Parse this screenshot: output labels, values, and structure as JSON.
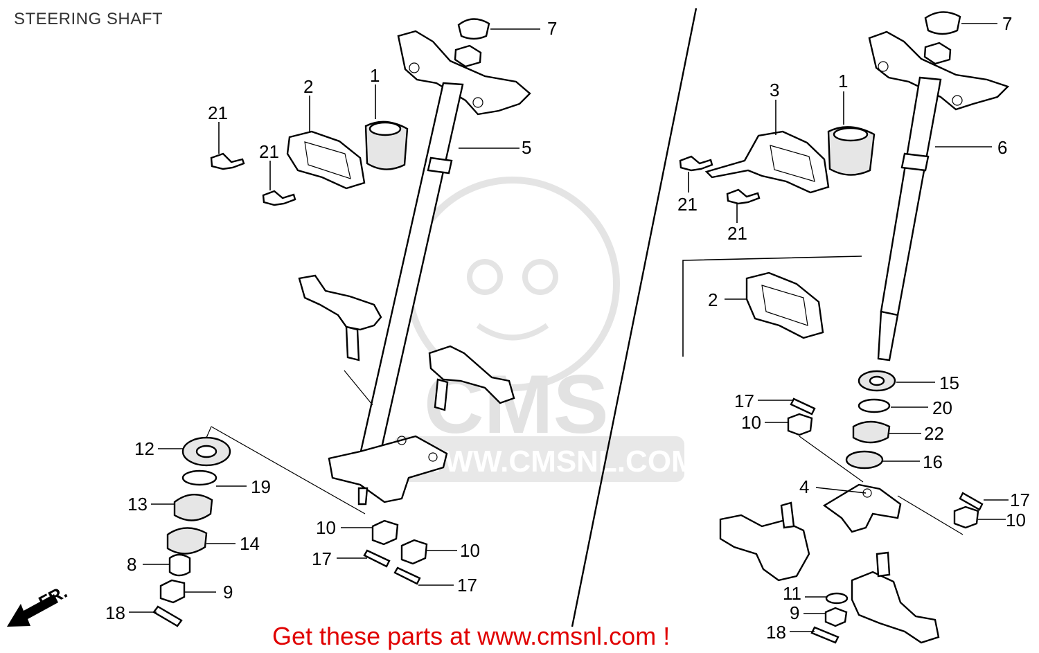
{
  "header": {
    "title": "STEERING SHAFT"
  },
  "footer": {
    "cta": "Get these parts at www.cmsnl.com !",
    "cta_color": "#e00000"
  },
  "watermark": {
    "brand": "CMS",
    "url": "WWW.CMSNL.COM",
    "color": "#bbbbbb"
  },
  "orientation": {
    "label": "FR."
  },
  "callouts": {
    "left": {
      "p1": "1",
      "p2": "2",
      "p5": "5",
      "p7": "7",
      "p8": "8",
      "p9": "9",
      "p10a": "10",
      "p10b": "10",
      "p12": "12",
      "p13": "13",
      "p14": "14",
      "p17a": "17",
      "p17b": "17",
      "p18": "18",
      "p19": "19",
      "p21a": "21",
      "p21b": "21"
    },
    "right": {
      "p1": "1",
      "p2": "2",
      "p3": "3",
      "p4": "4",
      "p6": "6",
      "p7": "7",
      "p9": "9",
      "p10a": "10",
      "p10b": "10",
      "p11": "11",
      "p15": "15",
      "p16": "16",
      "p17a": "17",
      "p17b": "17",
      "p18": "18",
      "p20": "20",
      "p21a": "21",
      "p21b": "21",
      "p22": "22"
    }
  }
}
